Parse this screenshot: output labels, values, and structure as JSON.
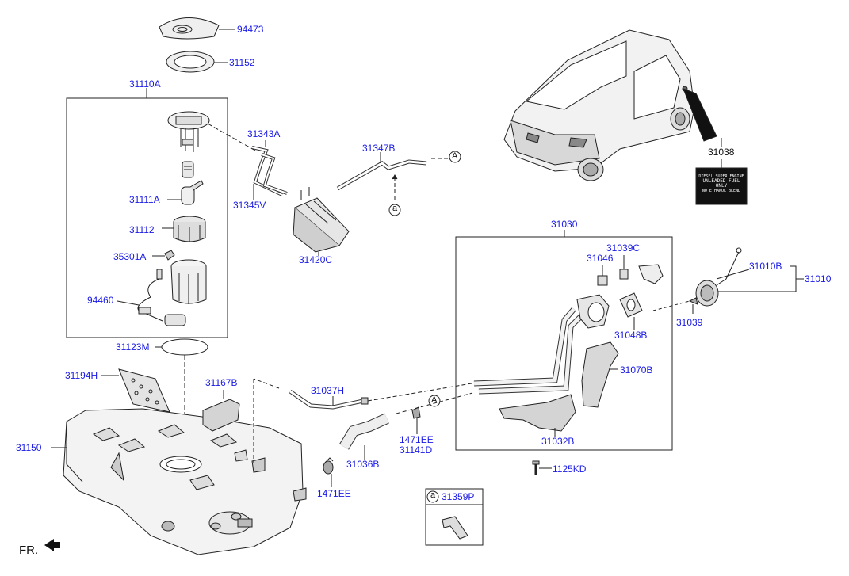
{
  "colors": {
    "label": "#1a1ae6",
    "line": "#222222",
    "part_fill": "#f2f2f2",
    "shade": "#bdbdbd"
  },
  "labels": {
    "p94473": "94473",
    "p31152": "31152",
    "p31110A": "31110A",
    "p31343A": "31343A",
    "p31347B": "31347B",
    "p31111A": "31111A",
    "p31345V": "31345V",
    "p31112": "31112",
    "p35301A": "35301A",
    "p31420C": "31420C",
    "p94460": "94460",
    "p31123M": "31123M",
    "p31194H": "31194H",
    "p31167B": "31167B",
    "p31037H": "31037H",
    "p31150": "31150",
    "p1471EE_a": "1471EE",
    "p31141D": "31141D",
    "p31036B": "31036B",
    "p1471EE_b": "1471EE",
    "p31030": "31030",
    "p31039C": "31039C",
    "p31046": "31046",
    "p31010B": "31010B",
    "p31010": "31010",
    "p31039": "31039",
    "p31048B": "31048B",
    "p31070B": "31070B",
    "p31032B": "31032B",
    "p1125KD": "1125KD",
    "p31359P": "31359P",
    "p31038": "31038"
  },
  "refs": {
    "A": "A",
    "a": "a"
  },
  "front_marker": "FR.",
  "warning_label": {
    "line1": "DIESEL SUPER ENGINE",
    "line2": "UNLEADED FUEL ONLY",
    "line3": "NO ETHANOL BLEND"
  }
}
